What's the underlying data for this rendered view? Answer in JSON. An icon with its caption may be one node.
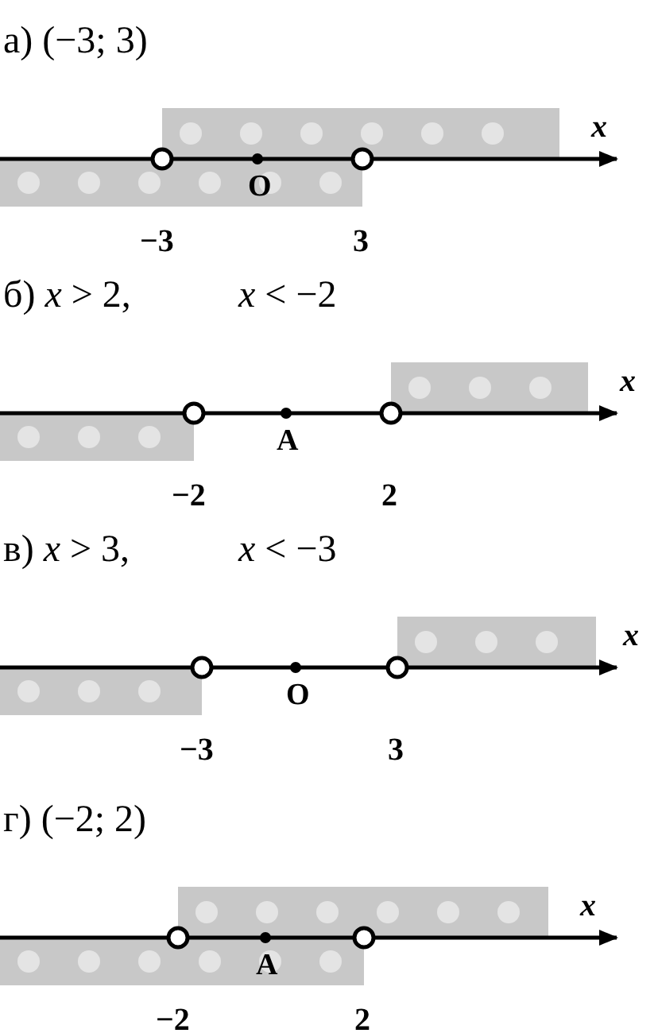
{
  "diagram": {
    "labels": [
      "а) (−3; 3)",
      "*x*",
      "O",
      "−3",
      "3",
      "б) *x* > 2,",
      "*x* < −2",
      "*x*",
      "A",
      "−2",
      "2",
      "в) *x* > 3,",
      "*x* < −3",
      "*x*",
      "O",
      "−3",
      "3",
      "г) (−2; 2)",
      "*x*",
      "A",
      "−2",
      "2"
    ]
  }
}
